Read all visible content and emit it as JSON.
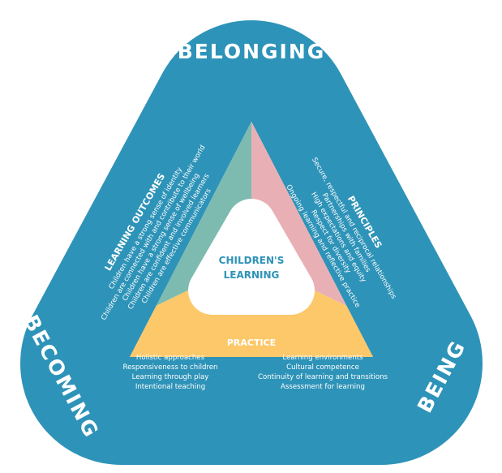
{
  "band": {
    "top": "BELONGING",
    "left": "BECOMING",
    "right": "BEING"
  },
  "center": {
    "line1": "CHILDREN'S",
    "line2": "LEARNING"
  },
  "outcomes": {
    "title": "LEARNING OUTCOMES",
    "items": [
      "Children have a strong sense of identity",
      "Children are connected with and contribute to their world",
      "Children have a strong sense of wellbeing",
      "Children are confident and involved learners",
      "Children are effective communicators"
    ]
  },
  "principles": {
    "title": "PRINCIPLES",
    "items": [
      "Secure, respectful and reciprocal relationships",
      "Partnerships with families",
      "High expectations and equity",
      "Respect for diversity",
      "Ongoing learning and reflective practice"
    ]
  },
  "practice": {
    "title": "PRACTICE",
    "left": [
      "Holistic approaches",
      "Responsiveness to children",
      "Learning through play",
      "Intentional teaching"
    ],
    "right": [
      "Learning environments",
      "Cultural competence",
      "Continuity of learning and transitions",
      "Assessment for learning"
    ]
  },
  "colors": {
    "band": "#2e93b8",
    "outcomes": "#7dbbb0",
    "principles": "#e8b0b5",
    "practice": "#fcc86a"
  }
}
